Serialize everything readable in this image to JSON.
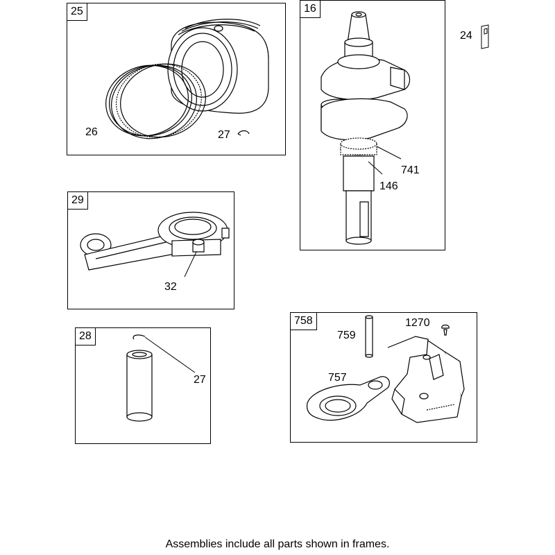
{
  "frames": {
    "piston": {
      "id": "25",
      "labels": {
        "rings": "26",
        "clip": "27"
      }
    },
    "crankshaft": {
      "id": "16",
      "labels": {
        "gear": "741",
        "key": "146"
      }
    },
    "connecting_rod": {
      "id": "29",
      "labels": {
        "bolt": "32"
      }
    },
    "wrist_pin": {
      "id": "28",
      "labels": {
        "retainer": "27"
      }
    },
    "counterweight": {
      "id": "758",
      "labels": {
        "pin": "759",
        "screw": "1270",
        "link": "757"
      }
    }
  },
  "loose_part": {
    "key_label": "24"
  },
  "footer": "Assemblies include all parts shown in frames."
}
